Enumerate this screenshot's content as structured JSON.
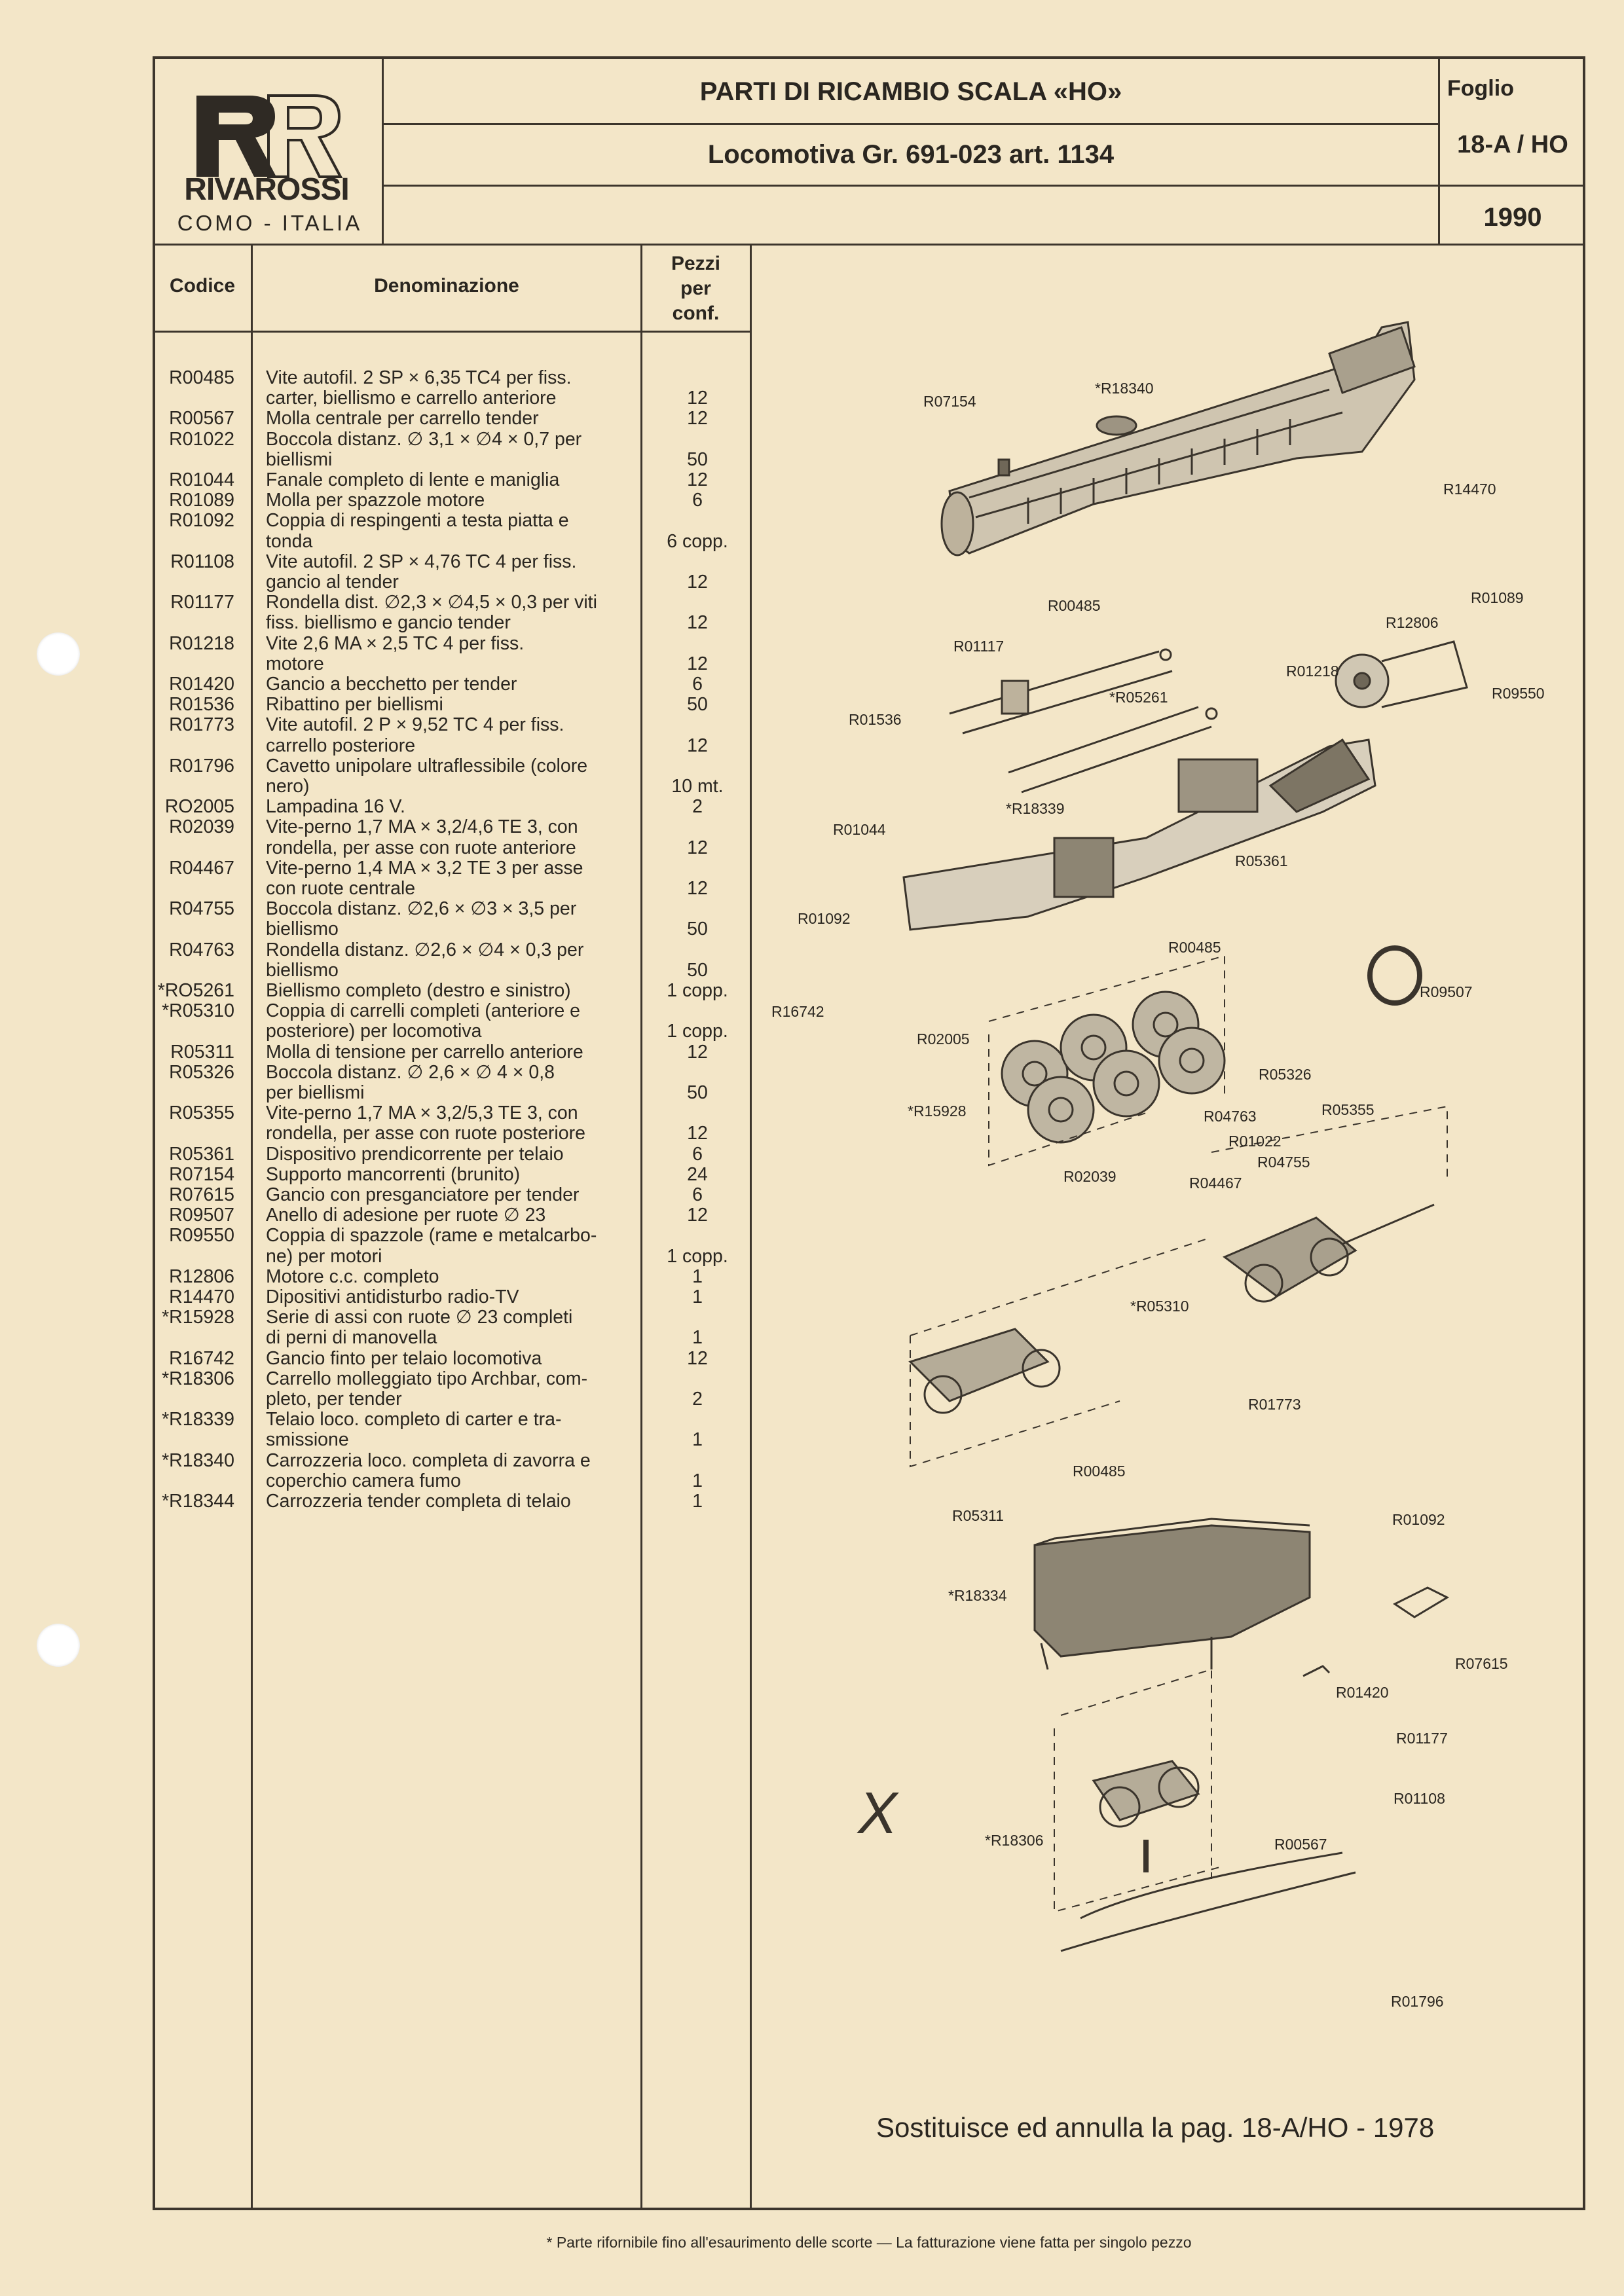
{
  "header": {
    "brand": "RIVAROSSI",
    "city": "COMO - ITALIA",
    "title": "PARTI DI RICAMBIO SCALA «HO»",
    "subtitle": "Locomotiva Gr. 691-023 art. 1134",
    "sheet_label": "Foglio",
    "sheet_number": "18-A / HO",
    "year": "1990"
  },
  "table": {
    "headers": {
      "code": "Codice",
      "name": "Denominazione",
      "qty": [
        "Pezzi",
        "per",
        "conf."
      ]
    },
    "lines": [
      {
        "code": "R00485",
        "desc": "Vite autofil. 2 SP × 6,35 TC4 per fiss.",
        "qty": ""
      },
      {
        "code": "",
        "desc": "carter, biellismo e carrello anteriore",
        "qty": "12"
      },
      {
        "code": "R00567",
        "desc": "Molla centrale per carrello tender",
        "qty": "12"
      },
      {
        "code": "R01022",
        "desc": "Boccola distanz. ∅ 3,1 × ∅4 × 0,7 per",
        "qty": ""
      },
      {
        "code": "",
        "desc": "biellismi",
        "qty": "50"
      },
      {
        "code": "R01044",
        "desc": "Fanale completo di lente e maniglia",
        "qty": "12"
      },
      {
        "code": "R01089",
        "desc": "Molla per spazzole motore",
        "qty": "6"
      },
      {
        "code": "R01092",
        "desc": "Coppia di respingenti a testa piatta e",
        "qty": ""
      },
      {
        "code": "",
        "desc": "tonda",
        "qty": "6 copp."
      },
      {
        "code": "R01108",
        "desc": "Vite autofil. 2 SP × 4,76 TC 4 per fiss.",
        "qty": ""
      },
      {
        "code": "",
        "desc": "gancio al tender",
        "qty": "12"
      },
      {
        "code": "R01177",
        "desc": "Rondella dist. ∅2,3 × ∅4,5 × 0,3 per viti",
        "qty": ""
      },
      {
        "code": "",
        "desc": "fiss. biellismo e gancio tender",
        "qty": "12"
      },
      {
        "code": "R01218",
        "desc": "Vite 2,6 MA × 2,5 TC 4 per fiss.",
        "qty": ""
      },
      {
        "code": "",
        "desc": "motore",
        "qty": "12"
      },
      {
        "code": "R01420",
        "desc": "Gancio a becchetto per tender",
        "qty": "6"
      },
      {
        "code": "R01536",
        "desc": "Ribattino per biellismi",
        "qty": "50"
      },
      {
        "code": "R01773",
        "desc": "Vite autofil. 2 P × 9,52 TC 4 per fiss.",
        "qty": ""
      },
      {
        "code": "",
        "desc": "carrello posteriore",
        "qty": "12"
      },
      {
        "code": "R01796",
        "desc": "Cavetto unipolare ultraflessibile (colore",
        "qty": ""
      },
      {
        "code": "",
        "desc": "nero)",
        "qty": "10 mt."
      },
      {
        "code": "RO2005",
        "desc": "Lampadina 16 V.",
        "qty": "2"
      },
      {
        "code": "R02039",
        "desc": "Vite-perno 1,7 MA × 3,2/4,6 TE 3, con",
        "qty": ""
      },
      {
        "code": "",
        "desc": "rondella, per asse con ruote anteriore",
        "qty": "12"
      },
      {
        "code": "R04467",
        "desc": "Vite-perno 1,4 MA × 3,2 TE 3 per asse",
        "qty": ""
      },
      {
        "code": "",
        "desc": "con ruote centrale",
        "qty": "12"
      },
      {
        "code": "R04755",
        "desc": "Boccola distanz. ∅2,6 × ∅3 × 3,5 per",
        "qty": ""
      },
      {
        "code": "",
        "desc": "biellismo",
        "qty": "50"
      },
      {
        "code": "R04763",
        "desc": "Rondella distanz. ∅2,6 × ∅4 × 0,3 per",
        "qty": ""
      },
      {
        "code": "",
        "desc": "biellismo",
        "qty": "50"
      },
      {
        "code": "*RO5261",
        "desc": "Biellismo completo (destro e sinistro)",
        "qty": "1 copp."
      },
      {
        "code": "*R05310",
        "desc": "Coppia di carrelli completi (anteriore e",
        "qty": ""
      },
      {
        "code": "",
        "desc": "posteriore) per locomotiva",
        "qty": "1 copp."
      },
      {
        "code": "R05311",
        "desc": "Molla di tensione per carrello anteriore",
        "qty": "12"
      },
      {
        "code": "R05326",
        "desc": "Boccola distanz. ∅ 2,6 × ∅ 4 × 0,8",
        "qty": ""
      },
      {
        "code": "",
        "desc": "per biellismi",
        "qty": "50"
      },
      {
        "code": "R05355",
        "desc": "Vite-perno 1,7 MA × 3,2/5,3 TE 3, con",
        "qty": ""
      },
      {
        "code": "",
        "desc": "rondella, per asse con ruote posteriore",
        "qty": "12"
      },
      {
        "code": "R05361",
        "desc": "Dispositivo prendicorrente per telaio",
        "qty": "6"
      },
      {
        "code": "R07154",
        "desc": "Supporto mancorrenti (brunito)",
        "qty": "24"
      },
      {
        "code": "R07615",
        "desc": "Gancio con presganciatore per tender",
        "qty": "6"
      },
      {
        "code": "R09507",
        "desc": "Anello di adesione per ruote ∅ 23",
        "qty": "12"
      },
      {
        "code": "R09550",
        "desc": "Coppia di spazzole (rame e metalcarbo-",
        "qty": ""
      },
      {
        "code": "",
        "desc": "ne) per motori",
        "qty": "1 copp."
      },
      {
        "code": "R12806",
        "desc": "Motore c.c. completo",
        "qty": "1"
      },
      {
        "code": "R14470",
        "desc": "Dipositivi antidisturbo radio-TV",
        "qty": "1"
      },
      {
        "code": "*R15928",
        "desc": "Serie di assi con ruote ∅ 23 completi",
        "qty": ""
      },
      {
        "code": "",
        "desc": "di perni di manovella",
        "qty": "1"
      },
      {
        "code": "R16742",
        "desc": "Gancio finto per telaio locomotiva",
        "qty": "12"
      },
      {
        "code": "*R18306",
        "desc": "Carrello molleggiato tipo Archbar, com-",
        "qty": ""
      },
      {
        "code": "",
        "desc": "pleto, per tender",
        "qty": "2"
      },
      {
        "code": "*R18339",
        "desc": "Telaio loco. completo di carter e tra-",
        "qty": ""
      },
      {
        "code": "",
        "desc": "smissione",
        "qty": "1"
      },
      {
        "code": "*R18340",
        "desc": "Carrozzeria loco. completa di zavorra e",
        "qty": ""
      },
      {
        "code": "",
        "desc": "coperchio camera fumo",
        "qty": "1"
      },
      {
        "code": "*R18344",
        "desc": "Carrozzeria tender completa di telaio",
        "qty": "1"
      }
    ]
  },
  "diagram_labels": {
    "R07154": "R07154",
    "R18340": "*R18340",
    "R14470": "R14470",
    "R00485_a": "R00485",
    "R01089": "R01089",
    "R12806": "R12806",
    "R01117": "R01117",
    "R01218": "R01218",
    "R09550": "R09550",
    "R05261": "*R05261",
    "R01536": "R01536",
    "R18339": "*R18339",
    "R01044": "R01044",
    "R05361": "R05361",
    "R01092_a": "R01092",
    "R00485_b": "R00485",
    "R09507": "R09507",
    "R16742": "R16742",
    "R02005": "R02005",
    "R05326": "R05326",
    "R15928": "*R15928",
    "R04763": "R04763",
    "R05355": "R05355",
    "R01022": "R01022",
    "R04755": "R04755",
    "R02039": "R02039",
    "R04467": "R04467",
    "R05310": "*R05310",
    "R01773": "R01773",
    "R00485_c": "R00485",
    "R05311": "R05311",
    "R01092_b": "R01092",
    "R18334": "*R18334",
    "R07615": "R07615",
    "R01420": "R01420",
    "R01177": "R01177",
    "R01108": "R01108",
    "R18306": "*R18306",
    "R00567": "R00567",
    "R01796": "R01796"
  },
  "replaces_note": "Sostituisce ed annulla la pag. 18-A/HO - 1978",
  "handwritten_mark": "X",
  "footnote": "* Parte rifornibile fino all'esaurimento delle scorte — La fatturazione viene fatta per singolo pezzo"
}
